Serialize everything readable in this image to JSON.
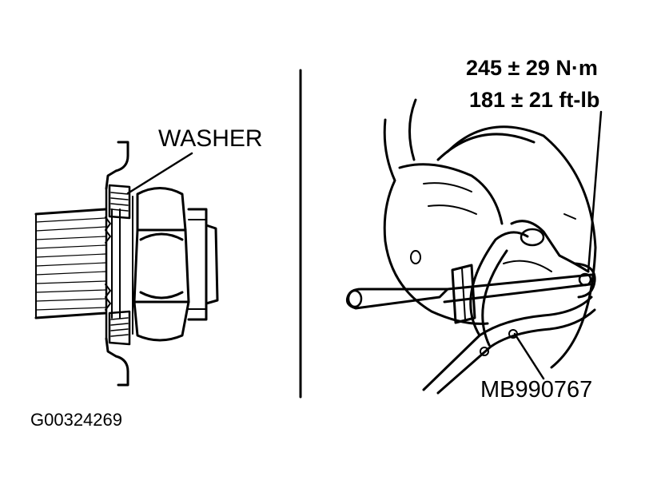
{
  "labels": {
    "washer": "WASHER",
    "torque_nm": "245 ± 29 N·m",
    "torque_ftlb": "181 ± 21 ft-lb",
    "special_tool": "MB990767",
    "figure_id": "G00324269"
  },
  "colors": {
    "ink": "#000000",
    "paper": "#ffffff"
  }
}
